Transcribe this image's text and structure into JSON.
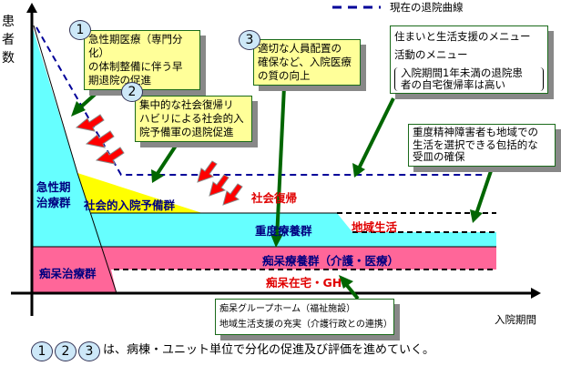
{
  "axes": {
    "y_label": "患者数",
    "x_label": "入院期間"
  },
  "legend": {
    "label": "現在の退院曲線"
  },
  "callouts": [
    {
      "num": "1",
      "text": [
        "急性期医療（専門分化）",
        "の体制整備に伴う早",
        "期退院の促進"
      ]
    },
    {
      "num": "2",
      "text": [
        "集中的な社会復帰リ",
        "ハビリによる社会的入",
        "院予備軍の退院促進"
      ]
    },
    {
      "num": "3",
      "text": [
        "適切な人員配置の",
        "確保など、入院医療",
        "の質の向上"
      ]
    }
  ],
  "menu_box": {
    "line1": "住まいと生活支援のメニュー",
    "line2": "活動のメニュー",
    "note": [
      "入院期間1年未満の退院患",
      "者の自宅復帰率は高い"
    ]
  },
  "severe_box": {
    "text": [
      "重度精神障害者も地域での",
      "生活を選択できる包括的な",
      "受皿の確保"
    ]
  },
  "bottom_box": {
    "line1": "痴呆グループホーム（福祉施設）",
    "line2": "地域生活支援の充実（介護行政との連携）"
  },
  "regions": {
    "acute": [
      "急性期",
      "治療群"
    ],
    "social_reserve": "社会的入院予備群",
    "social_return": "社会復帰",
    "severe": "重度療養群",
    "community": "地域生活",
    "dementia_care": "痴呆療養群（介護・医療）",
    "dementia_treat": "痴呆治療群",
    "dementia_home": "痴呆在宅・GH"
  },
  "footer": {
    "nums": [
      "1",
      "2",
      "3"
    ],
    "text": "は、病棟・ユニット単位で分化の促進及び評価を進めていく。"
  },
  "colors": {
    "cyan": "#66ffff",
    "pink": "#ff6699",
    "yellow": "#ffff00",
    "green": "#006600",
    "navy": "#000080",
    "red": "#ff0000"
  }
}
